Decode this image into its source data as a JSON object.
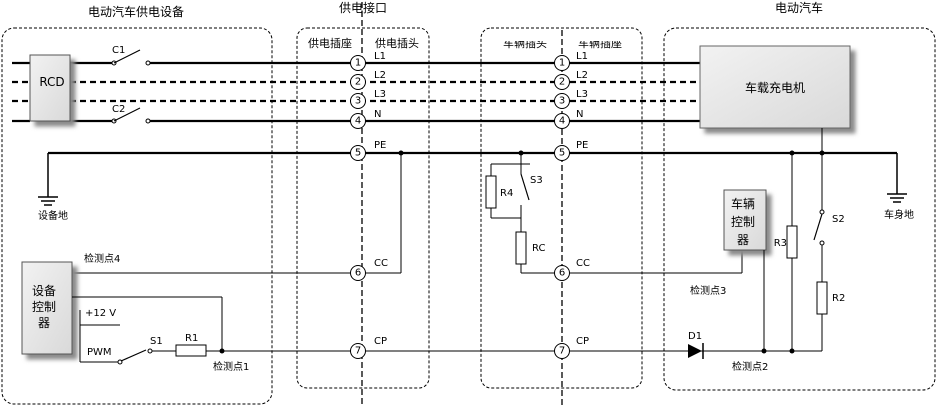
{
  "regions": {
    "evse_title": "电动汽车供电设备",
    "interface_title": "供电接口",
    "vehicle_title": "电动汽车",
    "socket_label": "供电插座",
    "plug_label": "供电插头",
    "vehicle_socket_label": "车辆插座",
    "vehicle_plug_label": "车辆插头"
  },
  "components": {
    "rcd": "RCD",
    "c1": "C1",
    "c2": "C2",
    "charger": "车载充电机",
    "equipment_ground": "设备地",
    "body_ground": "车身地",
    "equipment_controller": [
      "设备",
      "控制",
      "器"
    ],
    "vehicle_controller": [
      "车辆",
      "控制",
      "器"
    ],
    "plus12v": "+12  V",
    "pwm": "PWM",
    "s1": "S1",
    "r1": "R1",
    "s2": "S2",
    "s3": "S3",
    "r2": "R2",
    "r3": "R3",
    "r4": "R4",
    "rc": "RC",
    "d1": "D1"
  },
  "pins": [
    "1",
    "2",
    "3",
    "4",
    "5",
    "6",
    "7"
  ],
  "lines": {
    "l1": "L1",
    "l2": "L2",
    "l3": "L3",
    "n": "N",
    "pe": "PE",
    "cc": "CC",
    "cp": "CP"
  },
  "detection_points": {
    "p1": "检测点1",
    "p2": "检测点2",
    "p3": "检测点3",
    "p4": "检测点4"
  }
}
